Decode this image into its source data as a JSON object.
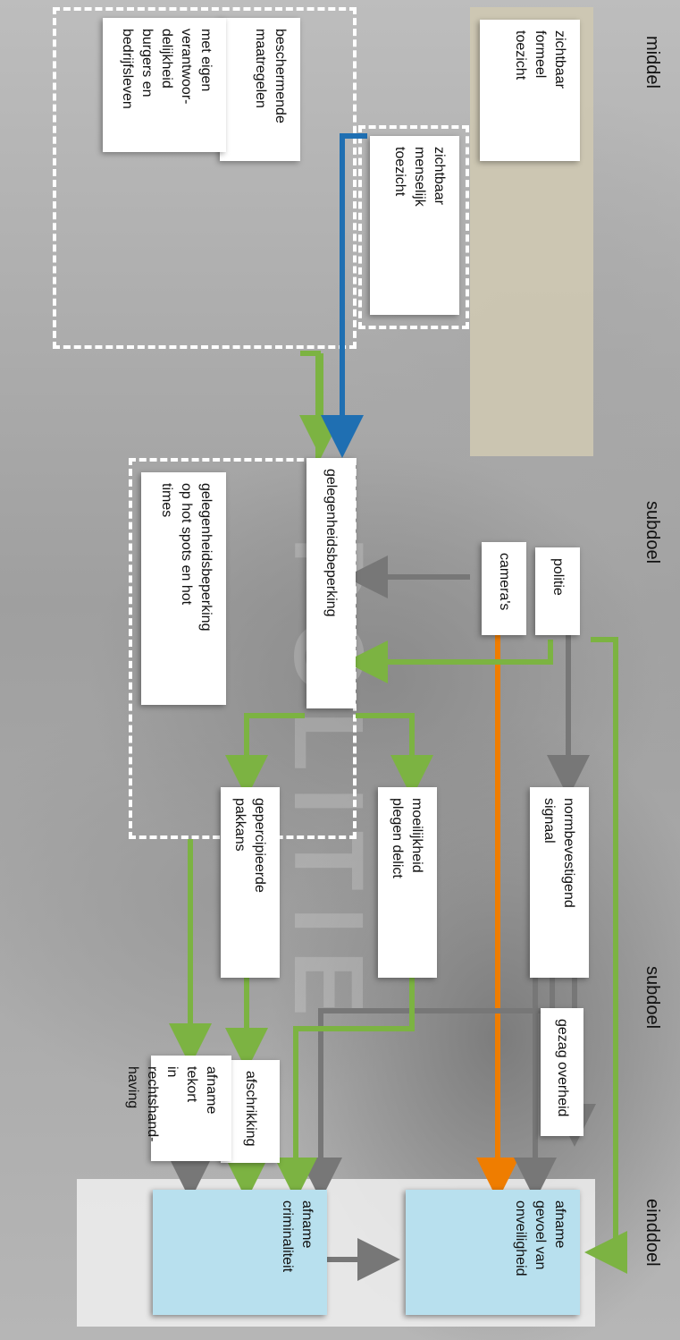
{
  "headers": {
    "middel": "middel",
    "subdoel_1": "subdoel",
    "subdoel_2": "subdoel",
    "einddoel": "einddoel"
  },
  "nodes": {
    "zichtbaar_formeel": "zichtbaar\nformeel\ntoezicht",
    "politie": "politie",
    "cameras": "camera's",
    "zichtbaar_menselijk": "zichtbaar\nmenselijk\ntoezicht",
    "beschermende": "beschermende\nmaatregelen",
    "eigen_verantwoordelijkheid": "met eigen\nverantwoor-\ndelijkheid\nburgers en\nbedrijfsleven",
    "gelegenheidsbeperking": "gelegenheidsbeperking",
    "gelegenheidsbeperking_hot": "gelegenheidsbeperking\nop hot spots en hot\ntimes",
    "normbevestigend": "normbevestigend\nsignaal",
    "moeilijkheid": "moeilijkheid\nplegen delict",
    "gepercipieerde": "gepercipieerde\npakkans",
    "gezag": "gezag overheid",
    "afschrikking": "afschrikking",
    "afname_tekort": "afname tekort\nin rechtshand-\nhaving",
    "afname_gevoel": "afname\ngevoel van\nonveiligheid",
    "afname_criminaliteit": "afname\ncriminaliteit"
  },
  "colors": {
    "grey_arrow": "#777777",
    "green_arrow": "#7cb342",
    "orange_arrow": "#ef7d00",
    "blue_arrow": "#1f6fb2",
    "goal_fill": "#b8e0ee"
  }
}
